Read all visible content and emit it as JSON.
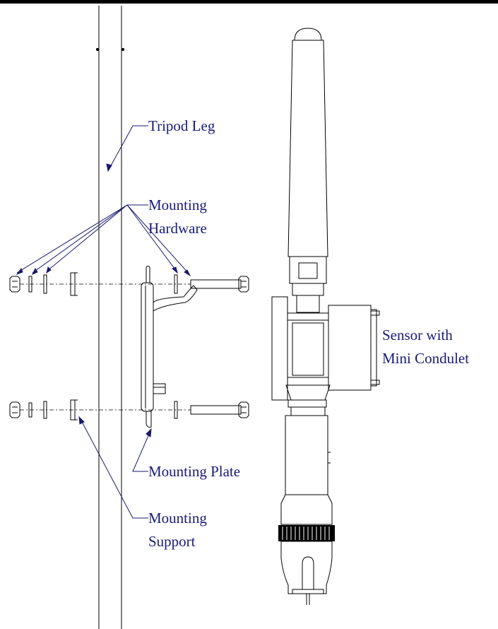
{
  "labels": {
    "tripod_leg": "Tripod Leg",
    "mounting_hardware_1": "Mounting",
    "mounting_hardware_2": "Hardware",
    "sensor_1": "Sensor with",
    "sensor_2": "Mini Condulet",
    "mounting_plate": "Mounting Plate",
    "mounting_support_1": "Mounting",
    "mounting_support_2": "Support"
  },
  "colors": {
    "label_text": "#1a1a7a",
    "leader_line": "#1a1a6e",
    "drawing_line": "#000000",
    "background": "#ffffff"
  }
}
